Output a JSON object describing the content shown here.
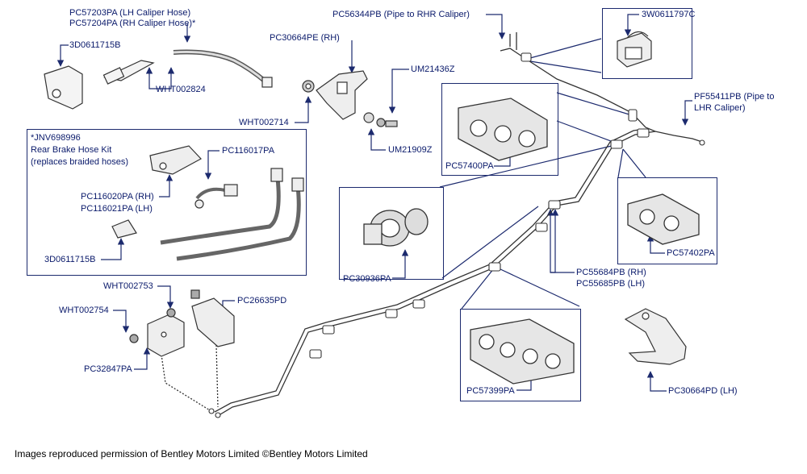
{
  "labels": {
    "pc57203pa": "PC57203PA (LH Caliper Hose)",
    "pc57204pa": "PC57204PA (RH Caliper Hose)*",
    "3d0611715b_top": "3D0611715B",
    "wht002824": "WHT002824",
    "pc30664pe": "PC30664PE (RH)",
    "wht002714": "WHT002714",
    "um21436z": "UM21436Z",
    "um21909z": "UM21909Z",
    "pc56344pb": "PC56344PB (Pipe to RHR Caliper)",
    "3w0611797c": "3W0611797C",
    "pf55411pb_1": "PF55411PB (Pipe to",
    "pf55411pb_2": "LHR Caliper)",
    "pc57400pa": "PC57400PA",
    "kit_code": "*JNV698996",
    "kit_title": "Rear Brake Hose Kit",
    "kit_sub": "(replaces braided hoses)",
    "pc116017pa": "PC116017PA",
    "pc116020pa": "PC116020PA (RH)",
    "pc116021pa": "PC116021PA (LH)",
    "3d0611715b_kit": "3D0611715B",
    "pc30936pa": "PC30936PA",
    "pc57402pa": "PC57402PA",
    "pc55684pb": "PC55684PB (RH)",
    "pc55685pb": "PC55685PB (LH)",
    "wht002753": "WHT002753",
    "wht002754": "WHT002754",
    "pc26635pd": "PC26635PD",
    "pc32847pa": "PC32847PA",
    "pc57399pa": "PC57399PA",
    "pc30664pd": "PC30664PD (LH)"
  },
  "footer": "Images reproduced permission of Bentley Motors Limited ©Bentley Motors Limited",
  "colors": {
    "label": "#0a1a6b",
    "line": "#1c2a6e",
    "part": "#333333"
  }
}
